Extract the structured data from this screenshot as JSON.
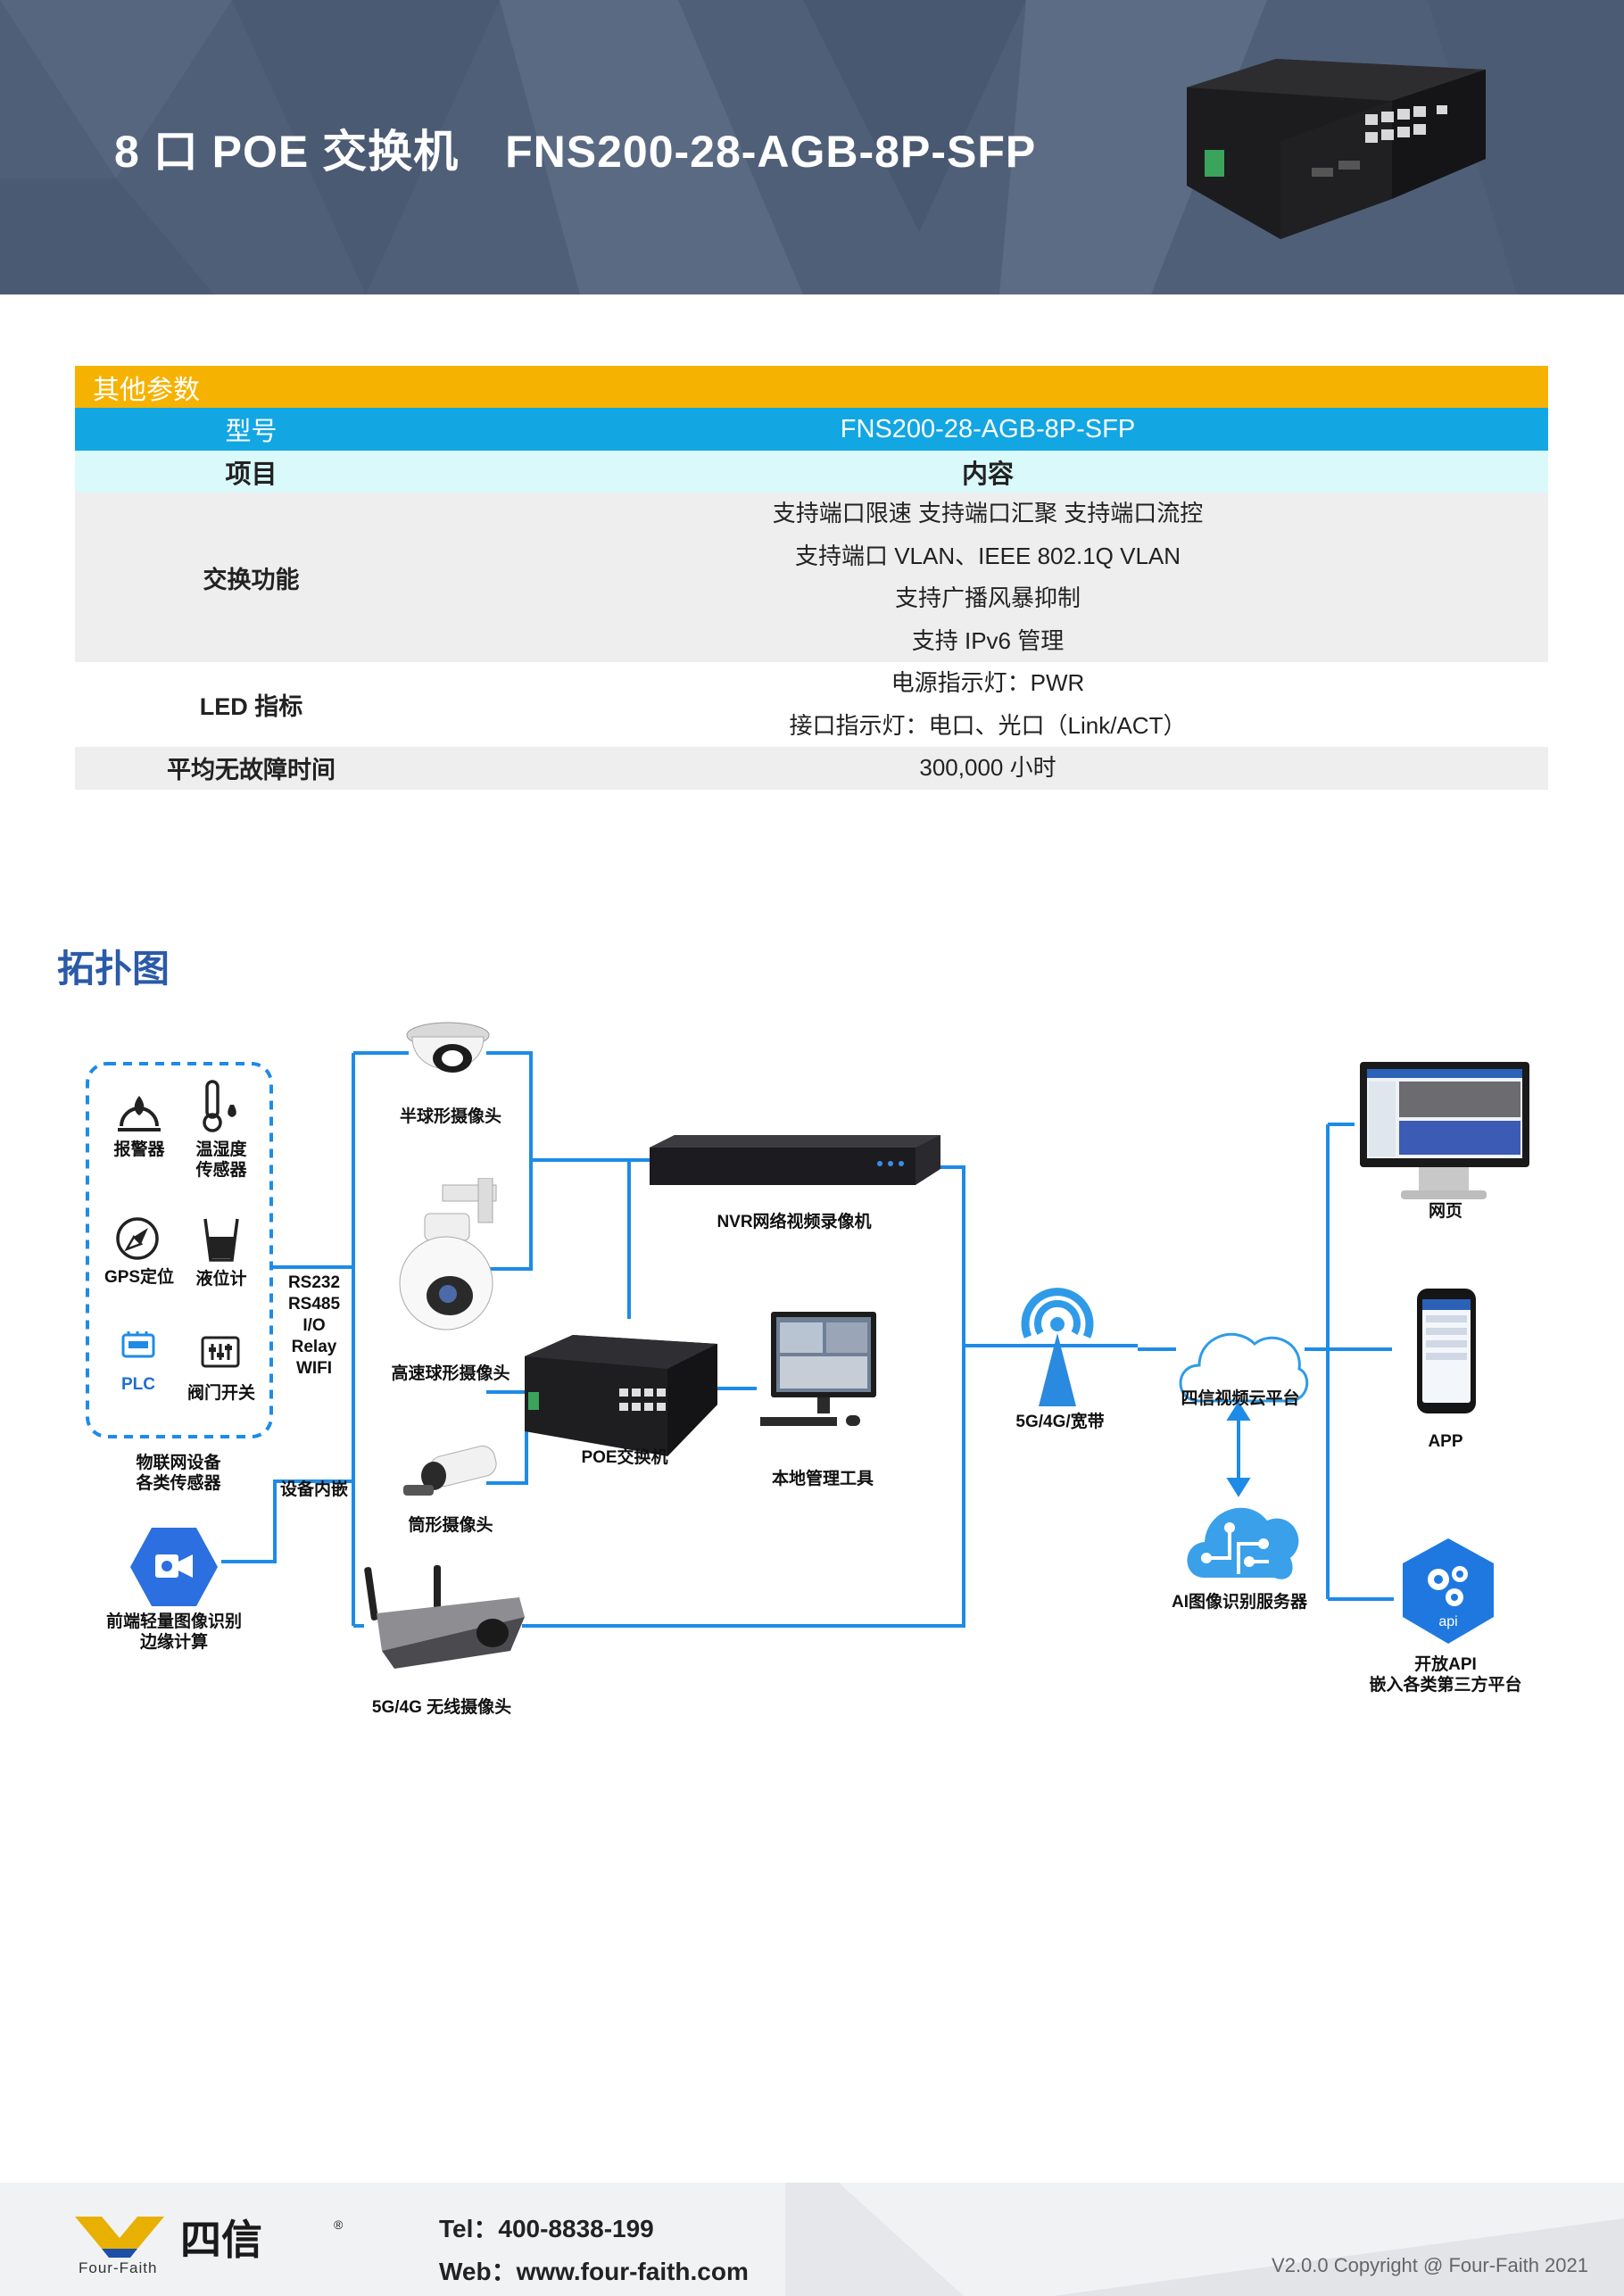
{
  "header": {
    "title": "8 口 POE 交换机",
    "model": "FNS200-28-AGB-8P-SFP"
  },
  "spec": {
    "section_title": "其他参数",
    "model_label": "型号",
    "model_value": "FNS200-28-AGB-8P-SFP",
    "col_item": "项目",
    "col_content": "内容",
    "rows": [
      {
        "name": "交换功能",
        "lines": [
          "支持端口限速  支持端口汇聚  支持端口流控",
          "支持端口 VLAN、IEEE 802.1Q VLAN",
          "支持广播风暴抑制",
          "支持 IPv6 管理"
        ]
      },
      {
        "name": "LED 指标",
        "lines": [
          "电源指示灯：PWR",
          "接口指示灯：电口、光口（Link/ACT）"
        ]
      },
      {
        "name": "平均无故障时间",
        "lines": [
          "300,000  小时"
        ]
      }
    ]
  },
  "topology": {
    "title": "拓扑图",
    "sensors": {
      "alarm": "报警器",
      "temp_l1": "温湿度",
      "temp_l2": "传感器",
      "gps": "GPS定位",
      "level": "液位计",
      "plc": "PLC",
      "valve": "阀门开关",
      "group_l1": "物联网设备",
      "group_l2": "各类传感器"
    },
    "interfaces": [
      "RS232",
      "RS485",
      "I/O",
      "Relay",
      "WIFI"
    ],
    "embedded": "设备内嵌",
    "edge_l1": "前端轻量图像识别",
    "edge_l2": "边缘计算",
    "dome_cam": "半球形摄像头",
    "speed_dome": "高速球形摄像头",
    "bullet_cam": "筒形摄像头",
    "wireless_cam": "5G/4G 无线摄像头",
    "nvr": "NVR网络视频录像机",
    "poe_switch": "POE交换机",
    "local_tool": "本地管理工具",
    "wan": "5G/4G/宽带",
    "cloud": "四信视频云平台",
    "ai_server": "AI图像识别服务器",
    "webpage": "网页",
    "app": "APP",
    "api_l1": "开放API",
    "api_l2": "嵌入各类第三方平台",
    "api_icon_text": "api"
  },
  "footer": {
    "logo_text": "四信",
    "logo_sub": "Four-Faith",
    "tel": "Tel：400-8838-199",
    "web": "Web：www.four-faith.com",
    "copyright": "V2.0.0 Copyright @ Four-Faith 2021"
  },
  "colors": {
    "banner": "#4f5f78",
    "stripe": "#f7c62b",
    "section": "#f6b200",
    "model_row": "#12a6e3",
    "head_row": "#d9f9fb",
    "line": "#1e8be6",
    "title_blue": "#2b5aa8"
  }
}
